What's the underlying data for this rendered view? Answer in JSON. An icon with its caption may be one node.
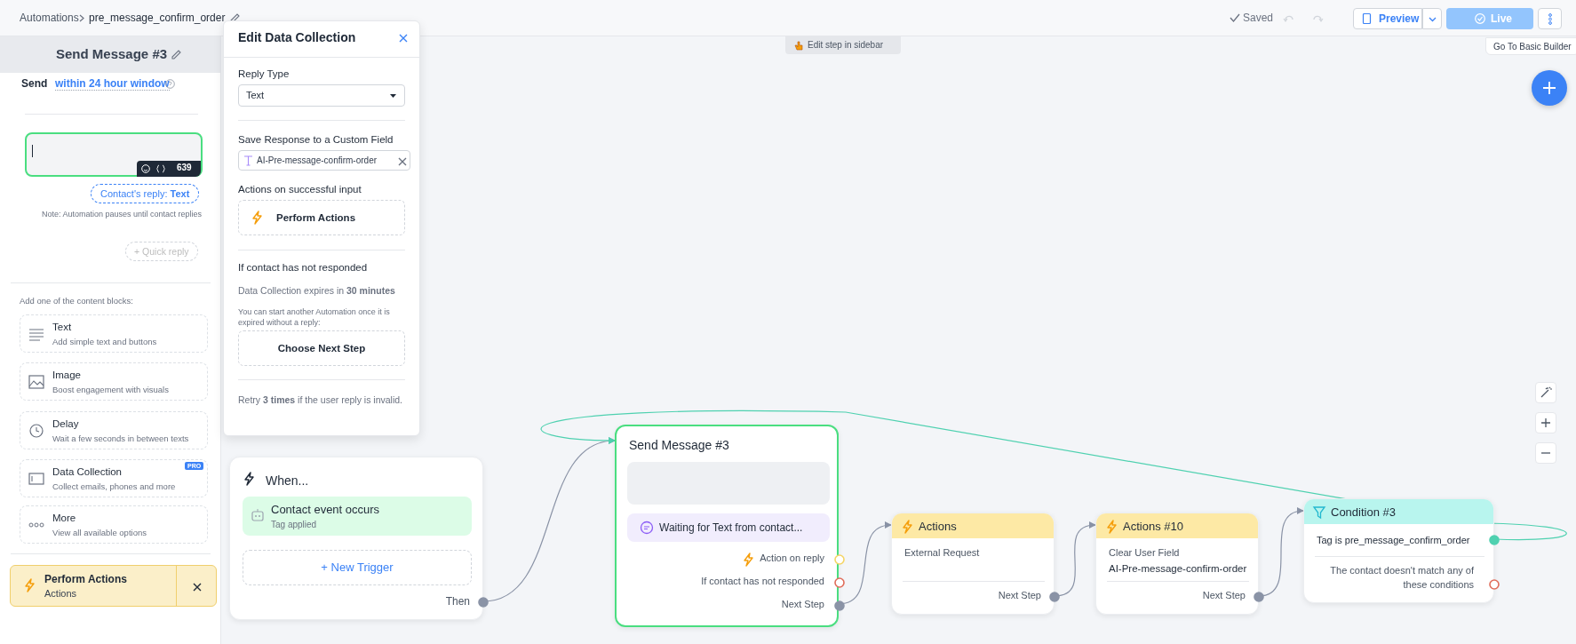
{
  "diagram": {
    "nodes": [
      {
        "text": [
          "When...",
          "Then"
        ]
      },
      {
        "text": [
          "Contact event occurs",
          "Tag applied"
        ],
        "in": 0
      },
      {
        "text": [
          "+ New Trigger"
        ],
        "in": 0
      },
      {
        "text": [
          "Send Message #3",
          "Action on reply",
          "If contact has not responded",
          "Next Step"
        ]
      },
      {
        "text": [],
        "shape": "box",
        "in": 3
      },
      {
        "text": [
          "Waiting for Text from contact..."
        ],
        "in": 3
      },
      {
        "text": [
          "Actions",
          "External Request",
          "Next Step"
        ]
      },
      {
        "text": [
          "Actions #10",
          "Clear User Field",
          "AI-Pre-message-confirm-order",
          "Next Step"
        ]
      },
      {
        "text": [
          "Condition #3",
          "Tag is pre_message_confirm_order",
          "The contact doesn't match any of these conditions"
        ]
      }
    ],
    "edges": [
      {
        "from": 0,
        "to": 3,
        "arrow": "to"
      },
      {
        "from": 3,
        "to": 6,
        "arrow": "to"
      },
      {
        "from": 6,
        "to": 7,
        "arrow": "to"
      },
      {
        "from": 7,
        "to": 8,
        "arrow": "to"
      },
      {
        "from": 8,
        "to": 3,
        "arrow": "to",
        "color": "#4fd1b0"
      }
    ],
    "labels": [
      "Automations",
      "pre_message_confirm_order",
      "Edit step in sidebar",
      "Saved",
      "Preview",
      "Live",
      "Go To Basic Builder",
      "Send Message #3",
      "Send",
      "within 24 hour window",
      "639",
      "Contact's reply: **Text**",
      "Note: Automation pauses until contact replies",
      "+ Quick reply",
      "Add one of the content blocks:",
      "Text",
      "Add simple text and buttons",
      "Image",
      "Boost engagement with visuals",
      "Delay",
      "Wait a few seconds in between texts",
      "Data Collection",
      "PRO",
      "Collect emails, phones and more",
      "More",
      "View all available options",
      "Perform Actions",
      "Actions",
      "Edit Data Collection",
      "Reply Type",
      "Text",
      "Save Response to a Custom Field",
      "AI-Pre-message-confirm-order",
      "Actions on successful input",
      "Perform Actions",
      "If contact has not responded",
      "Data Collection expires in **30 minutes**",
      "You can start another Automation once it is expired without a reply:",
      "Choose Next Step",
      "Retry **3 times** if the user reply is invalid."
    ]
  }
}
